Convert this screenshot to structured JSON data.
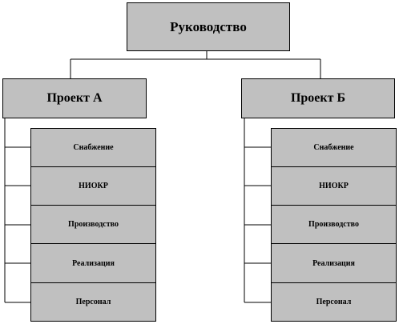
{
  "colors": {
    "box_fill": "#c0c0c0",
    "line": "#000000",
    "background": "#ffffff"
  },
  "root": {
    "label": "Руководство"
  },
  "projects": [
    {
      "label": "Проект А",
      "units": [
        "Снабжение",
        "НИОКР",
        "Производство",
        "Реализация",
        "Персонал"
      ]
    },
    {
      "label": "Проект Б",
      "units": [
        "Снабжение",
        "НИОКР",
        "Производство",
        "Реализация",
        "Персонал"
      ]
    }
  ]
}
